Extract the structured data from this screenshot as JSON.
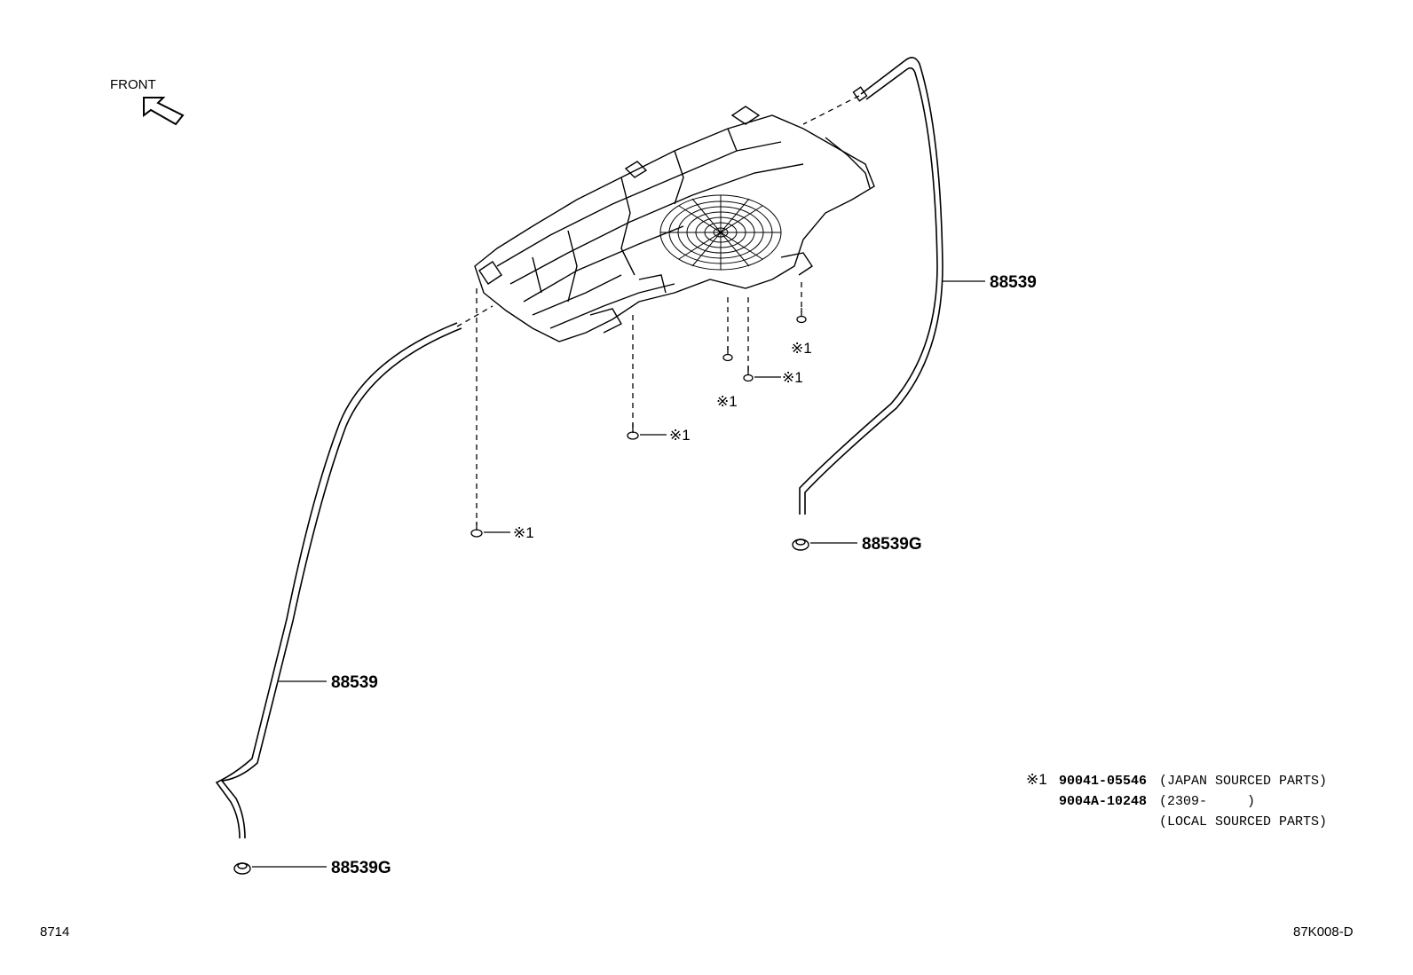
{
  "front_label": "FRONT",
  "callouts": {
    "hose_upper": "88539",
    "hose_lower": "88539",
    "grommet_right": "88539G",
    "grommet_left": "88539G",
    "fastener_mark": "※1"
  },
  "footnote": {
    "mark": "※1",
    "part1_no": "90041-05546",
    "part1_desc": "(JAPAN SOURCED PARTS)",
    "part2_no": "9004A-10248",
    "part2_desc": "(2309-     )",
    "part2_desc2": "(LOCAL SOURCED PARTS)"
  },
  "page_number": "8714",
  "figure_code": "87K008-D"
}
